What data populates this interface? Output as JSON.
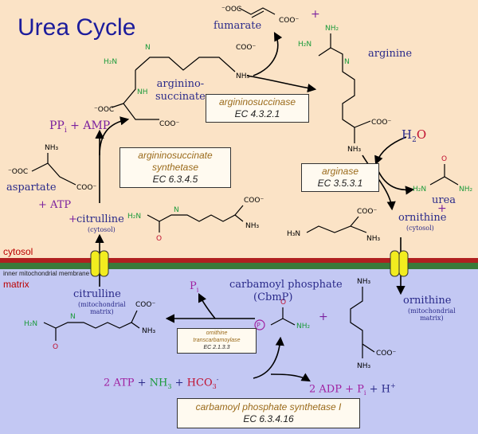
{
  "title": "Urea Cycle",
  "compartments": {
    "cytosol": "cytosol",
    "membrane": "inner mitochondrial membrane",
    "matrix": "matrix"
  },
  "metabolites": {
    "fumarate": "fumarate",
    "arginine": "arginine",
    "argininosuccinate": "arginino-\nsuccinate",
    "aspartate": "aspartate",
    "citrulline_cytosol": "citrulline",
    "citrulline_cytosol_loc": "(cytosol)",
    "ornithine_cytosol": "ornithine",
    "ornithine_cytosol_loc": "(cytosol)",
    "urea": "urea",
    "citrulline_matrix": "citrulline",
    "citrulline_matrix_loc": "(mitochondrial\nmatrix)",
    "ornithine_matrix": "ornithine",
    "ornithine_matrix_loc": "(mitochondrial\nmatrix)",
    "carbamoyl_phosphate": "carbamoyl phosphate",
    "cbmp": "(CbmP)"
  },
  "reagents": {
    "ppi_amp": "PP",
    "ppi_sub": "i",
    "ppi_rest": " + AMP",
    "atp": "+ ATP",
    "plus_citrulline": "+",
    "h2o_h": "H",
    "h2o_sub": "2",
    "h2o_o": "O",
    "pi": "P",
    "pi_sub": "i",
    "plus_fumarate": "+",
    "plus_urea": "+",
    "plus_ornithine": "+",
    "inputs_atp": "2 ATP",
    "inputs_plus1": " + ",
    "inputs_nh": "NH",
    "inputs_nh_sub": "3",
    "inputs_plus2": " + ",
    "inputs_hco": "HCO",
    "inputs_hco_sub": "3",
    "inputs_hco_sup": "-",
    "outputs_adp": "2 ADP + P",
    "outputs_sub": "i",
    "outputs_h": " + H",
    "outputs_h_sup": "+"
  },
  "enzymes": [
    {
      "name": "argininosuccinase",
      "ec": "EC 4.3.2.1"
    },
    {
      "name": "argininosuccinate synthetase",
      "name1": "argininosuccinate",
      "name2": "synthetase",
      "ec": "EC 6.3.4.5"
    },
    {
      "name": "arginase",
      "ec": "EC 3.5.3.1"
    },
    {
      "name1": "ornithine",
      "name2": "transcarbamoylase",
      "ec": "EC 2.1.3.3"
    },
    {
      "name": "carbamoyl phosphate synthetase I",
      "ec": "EC 6.3.4.16"
    }
  ],
  "colors": {
    "cytosol_bg": "#fbe3c6",
    "matrix_bg": "#c3c8f3",
    "membrane_red": "#b02020",
    "membrane_green": "#3a7a3a",
    "channel": "#f2ec1f",
    "purple": "#7a1f9e",
    "blue_text": "#2a2a8a",
    "enzyme_text": "#9a6a1a",
    "nitrogen": "#1a9a3a",
    "oxygen": "#c01030"
  }
}
